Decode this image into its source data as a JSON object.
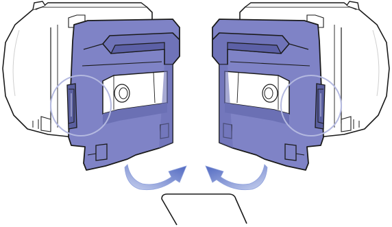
{
  "colors": {
    "outline": "#1a1a1a",
    "cartridge_fill": "#7f83c6",
    "cartridge_shade": "#5f64ad",
    "cartridge_dark": "#4f5499",
    "housing_fill": "#ffffff",
    "housing_shade": "#e9e9e9",
    "arrow_light": "#b9c5e8",
    "arrow_dark": "#5e74c4",
    "callout_circle": "#b8bde3"
  },
  "icons": {
    "left_assembly": "staple-cartridge-left-view",
    "right_assembly": "staple-cartridge-right-view",
    "left_arrow": "curved-rotate-arrow-right",
    "right_arrow": "curved-rotate-arrow-left",
    "bottom_shape": "staple-outline"
  }
}
